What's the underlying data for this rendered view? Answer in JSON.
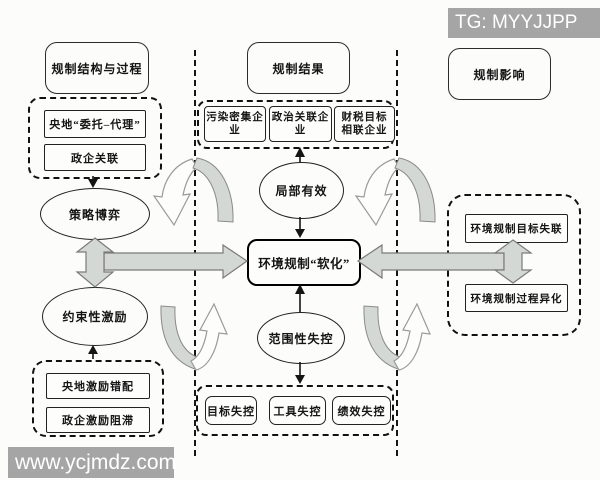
{
  "watermarks": {
    "top_right": "TG: MYYJJPP",
    "bottom_left": "www.ycjmdz.com"
  },
  "headers": {
    "left": "规制结构与过程",
    "middle": "规制结果",
    "right": "规制影响"
  },
  "left_column": {
    "structure_items": [
      "央地“委托–代理”",
      "政企关联"
    ],
    "strategy_game": "策略博弈",
    "binding_incentive": "约束性激励",
    "incentive_items": [
      "央地激励错配",
      "政企激励阻滞"
    ]
  },
  "middle_column": {
    "firm_items": [
      "污染密集企业",
      "政治关联企业",
      "财税目标相联企业"
    ],
    "partially_effective": "局部有效",
    "central": "环境规制“软化”",
    "scope_failure": "范围性失控",
    "failure_items": [
      "目标失控",
      "工具失控",
      "绩效失控"
    ]
  },
  "right_column": {
    "impact_items": [
      "环境规制目标失联",
      "环境规制过程异化"
    ]
  },
  "colors": {
    "arrow_gray": "#d4d8d4",
    "arrow_edge": "#7a7a7a",
    "white_arrow_edge": "#9a9a9a",
    "white_arrow_fill": "#fdfdfc",
    "ink": "#151515",
    "watermark_bg": "#a5a5a5"
  }
}
